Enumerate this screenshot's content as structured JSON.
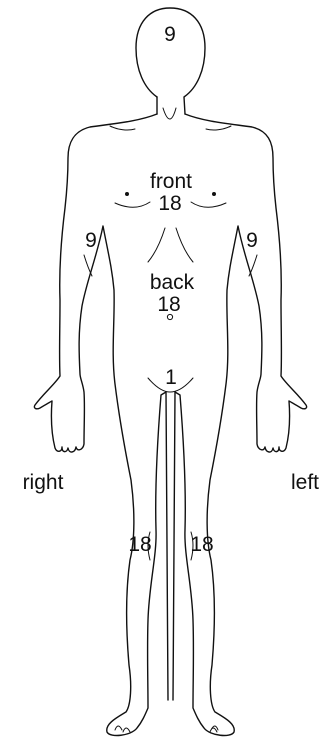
{
  "labels": {
    "head": "9",
    "front_label": "front",
    "front_value": "18",
    "back_label": "back",
    "back_value": "18",
    "right_arm": "9",
    "left_arm": "9",
    "groin": "1",
    "right_leg": "18",
    "left_leg": "18",
    "right_side": "right",
    "left_side": "left"
  },
  "colors": {
    "stroke": "#111111",
    "background": "#ffffff"
  }
}
